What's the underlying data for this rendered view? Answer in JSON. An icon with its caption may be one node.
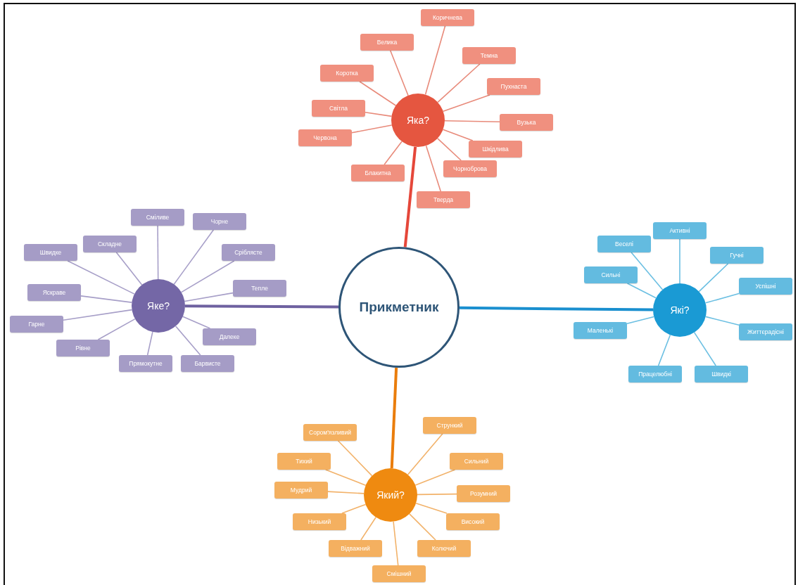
{
  "diagram": {
    "nodes": [
      {
        "text": [
          "Прикметник"
        ]
      },
      {
        "text": [
          "Яка?"
        ]
      },
      {
        "text": [
          "Коричнева"
        ]
      },
      {
        "text": [
          "Велика"
        ]
      },
      {
        "text": [
          "Темна"
        ]
      },
      {
        "text": [
          "Коротка"
        ]
      },
      {
        "text": [
          "Пухнаста"
        ]
      },
      {
        "text": [
          "Світла"
        ]
      },
      {
        "text": [
          "Вузька"
        ]
      },
      {
        "text": [
          "Червона"
        ]
      },
      {
        "text": [
          "Шкідлива"
        ]
      },
      {
        "text": [
          "Чорноброва"
        ]
      },
      {
        "text": [
          "Блакитна"
        ]
      },
      {
        "text": [
          "Тверда"
        ]
      },
      {
        "text": [
          "Яке?"
        ]
      },
      {
        "text": [
          "Сміливе"
        ]
      },
      {
        "text": [
          "Чорне"
        ]
      },
      {
        "text": [
          "Складне"
        ]
      },
      {
        "text": [
          "Сріблясте"
        ]
      },
      {
        "text": [
          "Швидке"
        ]
      },
      {
        "text": [
          "Яскраве"
        ]
      },
      {
        "text": [
          "Тепле"
        ]
      },
      {
        "text": [
          "Гарне"
        ]
      },
      {
        "text": [
          "Далеке"
        ]
      },
      {
        "text": [
          "Рівне"
        ]
      },
      {
        "text": [
          "Прямокутне"
        ]
      },
      {
        "text": [
          "Барвисте"
        ]
      },
      {
        "text": [
          "Які?"
        ]
      },
      {
        "text": [
          "Активні"
        ]
      },
      {
        "text": [
          "Веселі"
        ]
      },
      {
        "text": [
          "Гучні"
        ]
      },
      {
        "text": [
          "Сильні"
        ]
      },
      {
        "text": [
          "Успішні"
        ]
      },
      {
        "text": [
          "Маленькі"
        ]
      },
      {
        "text": [
          "Життєрадісні"
        ]
      },
      {
        "text": [
          "Працелюбні"
        ]
      },
      {
        "text": [
          "Швидкі"
        ]
      },
      {
        "text": [
          "Який?"
        ]
      },
      {
        "text": [
          "Сором'язливий"
        ]
      },
      {
        "text": [
          "Стрункий"
        ]
      },
      {
        "text": [
          "Тихий"
        ]
      },
      {
        "text": [
          "Сильний"
        ]
      },
      {
        "text": [
          "Мудрий"
        ]
      },
      {
        "text": [
          "Розумний"
        ]
      },
      {
        "text": [
          "Низький"
        ]
      },
      {
        "text": [
          "Високий"
        ]
      },
      {
        "text": [
          "Відважний"
        ]
      },
      {
        "text": [
          "Колючий"
        ]
      },
      {
        "text": [
          "Смішний"
        ]
      }
    ],
    "edges": [
      {
        "from": 0,
        "to": 1,
        "arrow": "none",
        "style": "thick",
        "color": "#e5473a"
      },
      {
        "from": 0,
        "to": 14,
        "arrow": "none",
        "style": "thick",
        "color": "#6e61a0"
      },
      {
        "from": 0,
        "to": 27,
        "arrow": "none",
        "style": "thick",
        "color": "#1a8fcf"
      },
      {
        "from": 0,
        "to": 37,
        "arrow": "none",
        "style": "thick",
        "color": "#ea7d0c"
      },
      {
        "from": 1,
        "to": 2,
        "arrow": "none",
        "color": "#e88a7a"
      },
      {
        "from": 1,
        "to": 3,
        "arrow": "none",
        "color": "#e88a7a"
      },
      {
        "from": 1,
        "to": 4,
        "arrow": "none",
        "color": "#e88a7a"
      },
      {
        "from": 1,
        "to": 5,
        "arrow": "none",
        "color": "#e88a7a"
      },
      {
        "from": 1,
        "to": 6,
        "arrow": "none",
        "color": "#e88a7a"
      },
      {
        "from": 1,
        "to": 7,
        "arrow": "none",
        "color": "#e88a7a"
      },
      {
        "from": 1,
        "to": 8,
        "arrow": "none",
        "color": "#e88a7a"
      },
      {
        "from": 1,
        "to": 9,
        "arrow": "none",
        "color": "#e88a7a"
      },
      {
        "from": 1,
        "to": 10,
        "arrow": "none",
        "color": "#e88a7a"
      },
      {
        "from": 1,
        "to": 11,
        "arrow": "none",
        "color": "#e88a7a"
      },
      {
        "from": 1,
        "to": 12,
        "arrow": "none",
        "color": "#e88a7a"
      },
      {
        "from": 1,
        "to": 13,
        "arrow": "none",
        "color": "#e88a7a"
      },
      {
        "from": 14,
        "to": 15,
        "arrow": "none",
        "color": "#a79fc8"
      },
      {
        "from": 14,
        "to": 16,
        "arrow": "none",
        "color": "#a79fc8"
      },
      {
        "from": 14,
        "to": 17,
        "arrow": "none",
        "color": "#a79fc8"
      },
      {
        "from": 14,
        "to": 18,
        "arrow": "none",
        "color": "#a79fc8"
      },
      {
        "from": 14,
        "to": 19,
        "arrow": "none",
        "color": "#a79fc8"
      },
      {
        "from": 14,
        "to": 20,
        "arrow": "none",
        "color": "#a79fc8"
      },
      {
        "from": 14,
        "to": 21,
        "arrow": "none",
        "color": "#a79fc8"
      },
      {
        "from": 14,
        "to": 22,
        "arrow": "none",
        "color": "#a79fc8"
      },
      {
        "from": 14,
        "to": 23,
        "arrow": "none",
        "color": "#a79fc8"
      },
      {
        "from": 14,
        "to": 24,
        "arrow": "none",
        "color": "#a79fc8"
      },
      {
        "from": 14,
        "to": 25,
        "arrow": "none",
        "color": "#a79fc8"
      },
      {
        "from": 14,
        "to": 26,
        "arrow": "none",
        "color": "#a79fc8"
      },
      {
        "from": 27,
        "to": 28,
        "arrow": "none",
        "color": "#6bbfe2"
      },
      {
        "from": 27,
        "to": 29,
        "arrow": "none",
        "color": "#6bbfe2"
      },
      {
        "from": 27,
        "to": 30,
        "arrow": "none",
        "color": "#6bbfe2"
      },
      {
        "from": 27,
        "to": 31,
        "arrow": "none",
        "color": "#6bbfe2"
      },
      {
        "from": 27,
        "to": 32,
        "arrow": "none",
        "color": "#6bbfe2"
      },
      {
        "from": 27,
        "to": 33,
        "arrow": "none",
        "color": "#6bbfe2"
      },
      {
        "from": 27,
        "to": 34,
        "arrow": "none",
        "color": "#6bbfe2"
      },
      {
        "from": 27,
        "to": 35,
        "arrow": "none",
        "color": "#6bbfe2"
      },
      {
        "from": 27,
        "to": 36,
        "arrow": "none",
        "color": "#6bbfe2"
      },
      {
        "from": 37,
        "to": 38,
        "arrow": "none",
        "color": "#f2b26a"
      },
      {
        "from": 37,
        "to": 39,
        "arrow": "none",
        "color": "#f2b26a"
      },
      {
        "from": 37,
        "to": 40,
        "arrow": "none",
        "color": "#f2b26a"
      },
      {
        "from": 37,
        "to": 41,
        "arrow": "none",
        "color": "#f2b26a"
      },
      {
        "from": 37,
        "to": 42,
        "arrow": "none",
        "color": "#f2b26a"
      },
      {
        "from": 37,
        "to": 43,
        "arrow": "none",
        "color": "#f2b26a"
      },
      {
        "from": 37,
        "to": 44,
        "arrow": "none",
        "color": "#f2b26a"
      },
      {
        "from": 37,
        "to": 45,
        "arrow": "none",
        "color": "#f2b26a"
      },
      {
        "from": 37,
        "to": 46,
        "arrow": "none",
        "color": "#f2b26a"
      },
      {
        "from": 37,
        "to": 47,
        "arrow": "none",
        "color": "#f2b26a"
      },
      {
        "from": 37,
        "to": 48,
        "arrow": "none",
        "color": "#f2b26a"
      }
    ]
  }
}
